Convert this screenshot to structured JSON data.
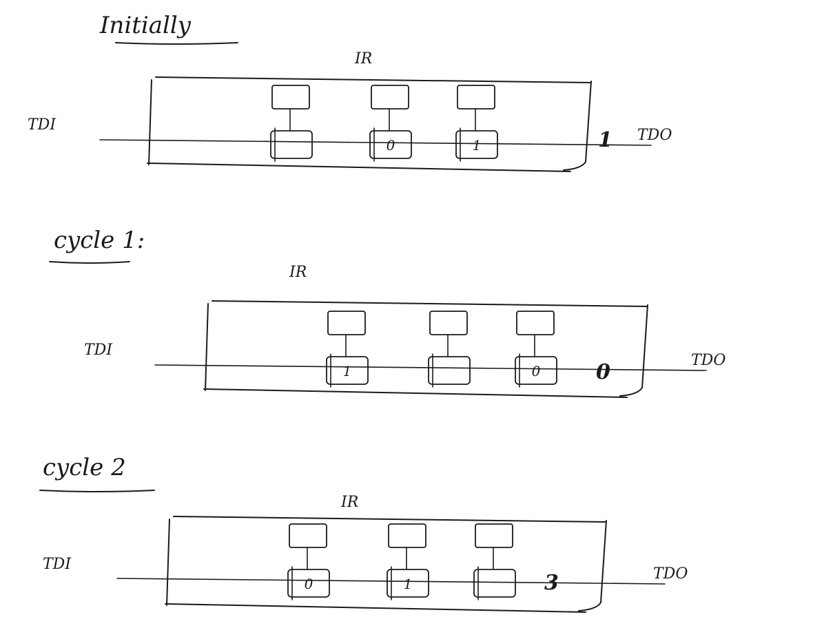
{
  "sections": [
    {
      "title": "Initially",
      "register_label": "IR",
      "input_label": "TDI",
      "output_label": "TDO",
      "cells": [
        "",
        "0",
        "1"
      ],
      "output_value": "1"
    },
    {
      "title": "cycle 1:",
      "register_label": "IR",
      "input_label": "TDI",
      "output_label": "TDO",
      "cells": [
        "1",
        "",
        "0"
      ],
      "output_value": "0"
    },
    {
      "title": "cycle 2",
      "register_label": "IR",
      "input_label": "TDI",
      "output_label": "TDO",
      "cells": [
        "0",
        "1",
        ""
      ],
      "output_value": "3"
    }
  ]
}
